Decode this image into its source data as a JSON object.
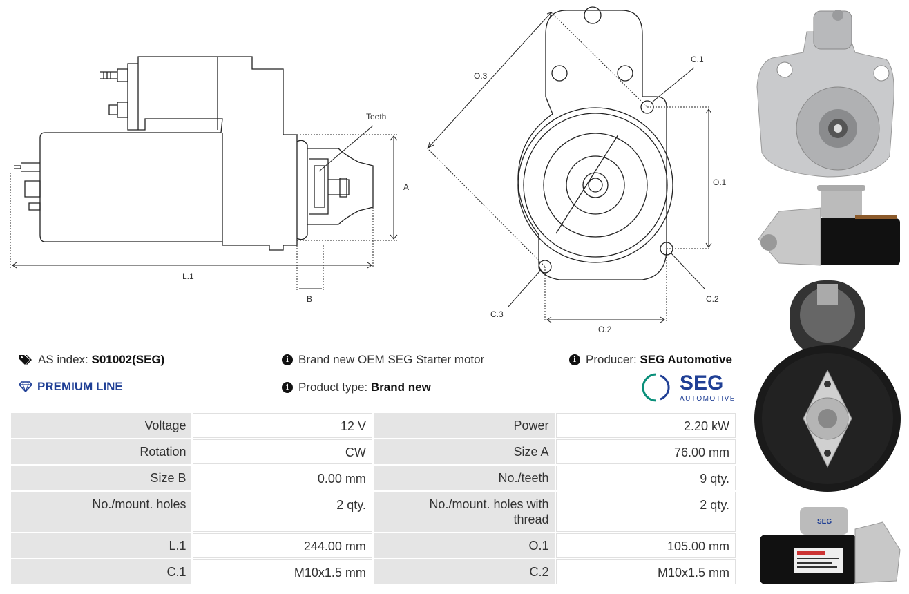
{
  "drawing": {
    "labels": {
      "teeth": "Teeth",
      "a": "A",
      "b": "B",
      "l1": "L.1",
      "o1": "O.1",
      "o2": "O.2",
      "o3": "O.3",
      "c1": "C.1",
      "c2": "C.2",
      "c3": "C.3"
    }
  },
  "info": {
    "as_index_label": "AS index:",
    "as_index_value": "S01002(SEG)",
    "premium_line": "PREMIUM LINE",
    "description": "Brand new OEM SEG Starter motor",
    "product_type_label": "Product type:",
    "product_type_value": "Brand new",
    "producer_label": "Producer:",
    "producer_value": "SEG Automotive"
  },
  "logo": {
    "brand": "SEG",
    "subtitle": "AUTOMOTIVE",
    "color": "#1f3f95",
    "accent": "#0a8f7a"
  },
  "specs": [
    {
      "label1": "Voltage",
      "value1": "12 V",
      "label2": "Power",
      "value2": "2.20 kW"
    },
    {
      "label1": "Rotation",
      "value1": "CW",
      "label2": "Size A",
      "value2": "76.00 mm"
    },
    {
      "label1": "Size B",
      "value1": "0.00 mm",
      "label2": "No./teeth",
      "value2": "9 qty."
    },
    {
      "label1": "No./mount. holes",
      "value1": "2 qty.",
      "label2": "No./mount. holes with thread",
      "value2": "2 qty."
    },
    {
      "label1": "L.1",
      "value1": "244.00 mm",
      "label2": "O.1",
      "value2": "105.00 mm"
    },
    {
      "label1": "C.1",
      "value1": "M10x1.5 mm",
      "label2": "C.2",
      "value2": "M10x1.5 mm"
    }
  ],
  "photos": {
    "label_text": "SEG"
  }
}
